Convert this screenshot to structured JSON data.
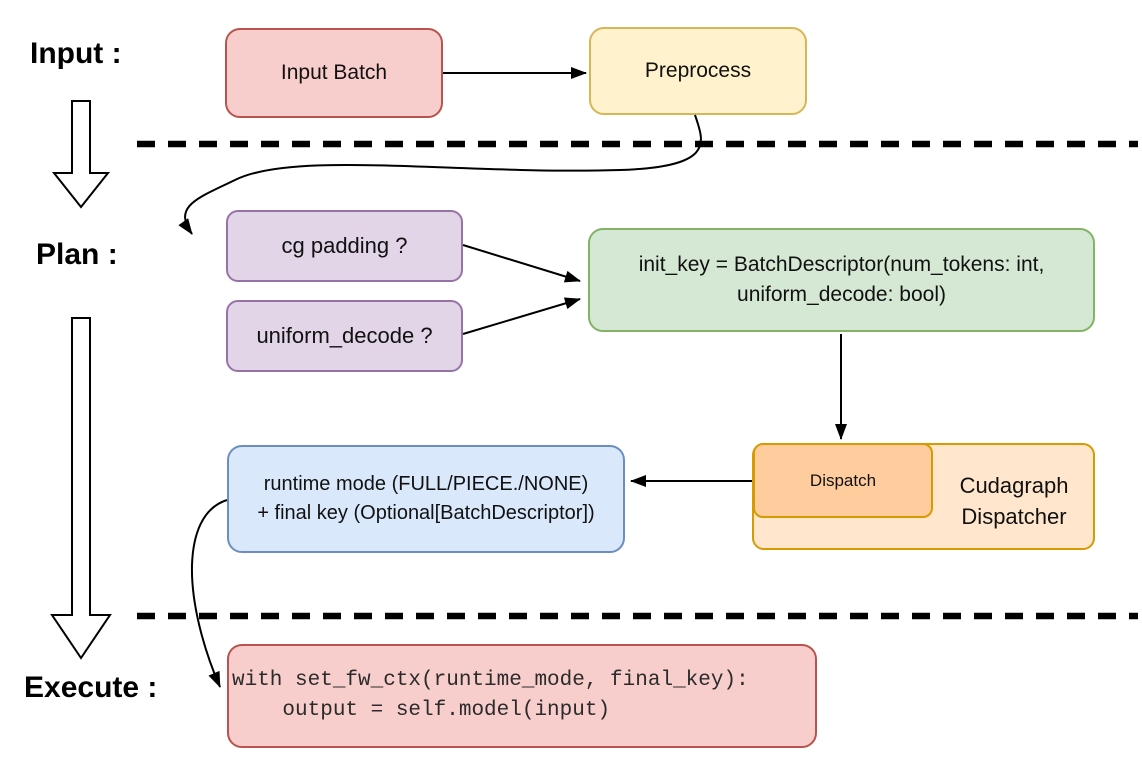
{
  "labels": {
    "input": "Input :",
    "plan": "Plan :",
    "execute": "Execute :"
  },
  "nodes": {
    "input_batch": "Input Batch",
    "preprocess": "Preprocess",
    "cg_padding": "cg padding ?",
    "uniform_decode": "uniform_decode ?",
    "init_key_line1": "init_key = BatchDescriptor(num_tokens: int,",
    "init_key_line2": "uniform_decode: bool)",
    "dispatch": "Dispatch",
    "dispatcher_line1": "Cudagraph",
    "dispatcher_line2": "Dispatcher",
    "runtime_line1": "runtime mode (FULL/PIECE./NONE)",
    "runtime_line2": "+ final key (Optional[BatchDescriptor])",
    "code_line1": "with set_fw_ctx(runtime_mode, final_key):",
    "code_line2": "    output = self.model(input)"
  },
  "colors": {
    "red_fill": "#f8cecc",
    "red_stroke": "#b85450",
    "yellow_fill": "#fff2cc",
    "yellow_stroke": "#d6b656",
    "purple_fill": "#e1d5e7",
    "purple_stroke": "#9673a6",
    "green_fill": "#d5e8d4",
    "green_stroke": "#82b366",
    "orange_fill": "#ffe6cc",
    "orange_inner_fill": "#ffcc9e",
    "orange_stroke": "#d79b00",
    "blue_fill": "#dae8fc",
    "blue_stroke": "#6c8ebf",
    "line_color": "#000000"
  }
}
